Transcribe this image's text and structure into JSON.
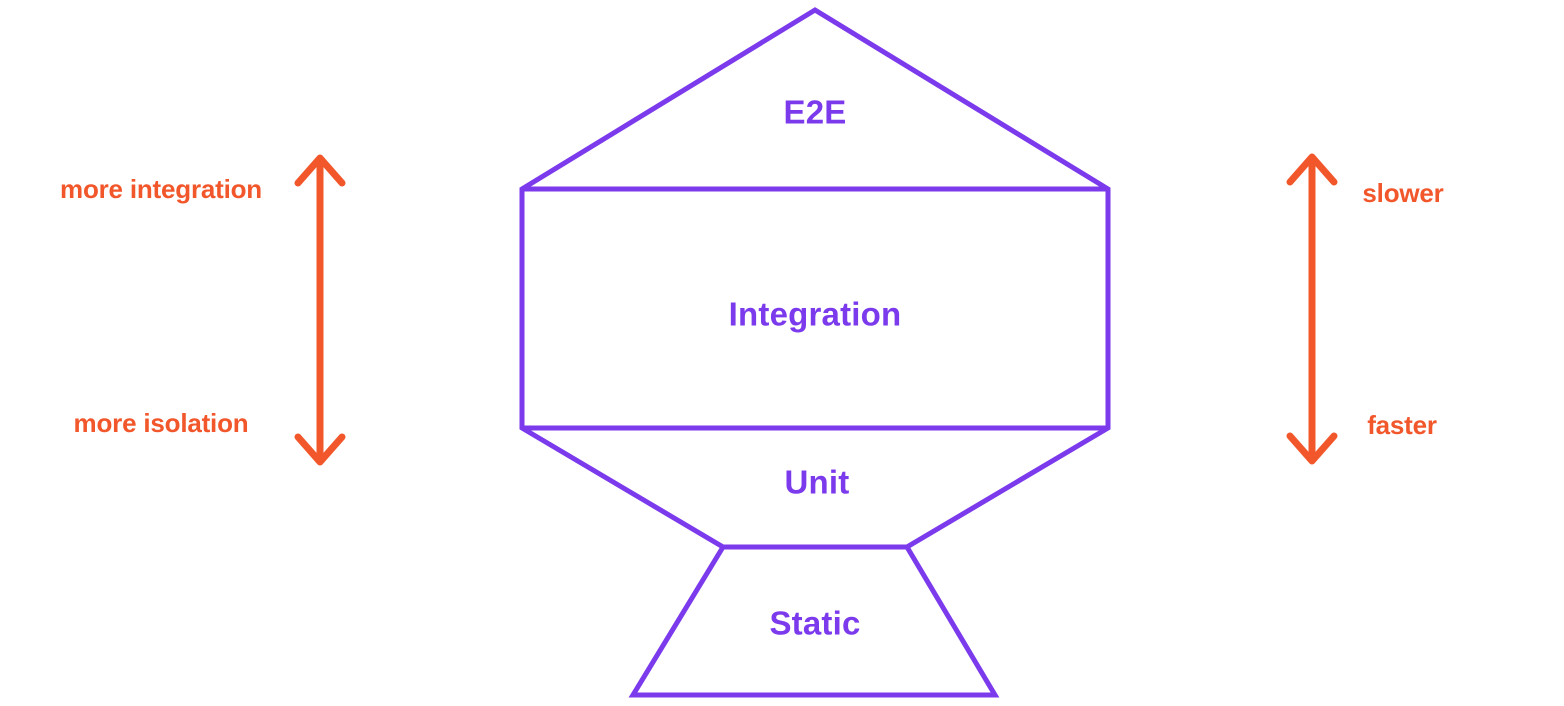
{
  "diagram": {
    "trophy": {
      "levels": [
        {
          "id": "e2e",
          "label": "E2E"
        },
        {
          "id": "integration",
          "label": "Integration"
        },
        {
          "id": "unit",
          "label": "Unit"
        },
        {
          "id": "static",
          "label": "Static"
        }
      ]
    },
    "left_scale": {
      "top_label": "more integration",
      "bottom_label": "more isolation"
    },
    "right_scale": {
      "top_label": "slower",
      "bottom_label": "faster"
    },
    "icons": {
      "left_arrow": "vertical-double-arrow",
      "right_arrow": "vertical-double-arrow"
    },
    "colors": {
      "trophy_stroke": "#7C3AED",
      "trophy_text": "#7C3AED",
      "arrow": "#F2572B",
      "scale_text": "#F2572B",
      "background": "#FFFFFF"
    }
  }
}
